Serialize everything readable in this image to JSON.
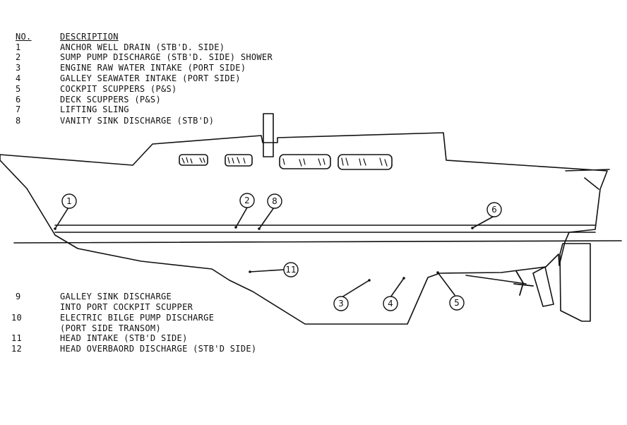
{
  "header": {
    "no": "NO.",
    "description": "DESCRIPTION"
  },
  "legend_top": [
    {
      "no": "1",
      "desc": "ANCHOR WELL DRAIN (STB'D. SIDE)"
    },
    {
      "no": "2",
      "desc": "SUMP PUMP DISCHARGE (STB'D. SIDE) SHOWER"
    },
    {
      "no": "3",
      "desc": "ENGINE RAW WATER INTAKE (PORT SIDE)"
    },
    {
      "no": "4",
      "desc": "GALLEY SEAWATER INTAKE (PORT SIDE)"
    },
    {
      "no": "5",
      "desc": "COCKPIT SCUPPERS (P&S)"
    },
    {
      "no": "6",
      "desc": "DECK SCUPPERS (P&S)"
    },
    {
      "no": "7",
      "desc": "LIFTING SLING"
    },
    {
      "no": "8",
      "desc": "VANITY SINK DISCHARGE (STB'D)"
    }
  ],
  "legend_bottom": [
    {
      "no": "9",
      "desc": "GALLEY SINK DISCHARGE"
    },
    {
      "no": "",
      "desc": "INTO PORT COCKPIT SCUPPER"
    },
    {
      "no": "10",
      "desc": "ELECTRIC BILGE PUMP DISCHARGE"
    },
    {
      "no": "",
      "desc": "(PORT SIDE TRANSOM)"
    },
    {
      "no": "11",
      "desc": "HEAD INTAKE (STB'D SIDE)"
    },
    {
      "no": "12",
      "desc": "HEAD OVERBAORD DISCHARGE (STB'D SIDE)"
    }
  ],
  "callouts": [
    "1",
    "2",
    "8",
    "6",
    "11",
    "3",
    "4",
    "5"
  ]
}
